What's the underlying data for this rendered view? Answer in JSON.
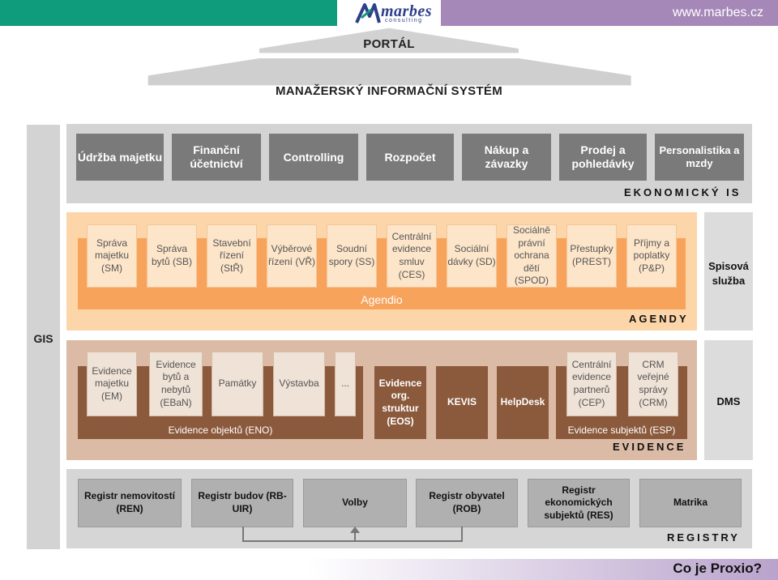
{
  "header": {
    "logo_text": "marbes",
    "logo_sub": "consulting",
    "website": "www.marbes.cz"
  },
  "roofs": {
    "portal": "PORTÁL",
    "mis": "MANAŽERSKÝ INFORMAČNÍ SYSTÉM"
  },
  "gis": "GIS",
  "economic": {
    "label": "EKONOMICKÝ IS",
    "modules": [
      "Údržba majetku",
      "Finanční účetnictví",
      "Controlling",
      "Rozpočet",
      "Nákup a závazky",
      "Prodej a pohledávky",
      "Personalistika a mzdy"
    ]
  },
  "agendy": {
    "label": "AGENDY",
    "bar_label": "Agendio",
    "items": [
      "Správa majetku (SM)",
      "Správa bytů (SB)",
      "Stavební řízení (StŘ)",
      "Výběrové řízení (VŘ)",
      "Soudní spory (SS)",
      "Centrální evidence smluv (CES)",
      "Sociální dávky (SD)",
      "Sociálně právní ochrana dětí (SPOD)",
      "Přestupky (PREST)",
      "Příjmy a poplatky (P&P)"
    ]
  },
  "side": {
    "spisova": "Spisová služba",
    "dms": "DMS"
  },
  "evidence": {
    "label": "EVIDENCE",
    "eno_label": "Evidence objektů (ENO)",
    "esp_label": "Evidence subjektů (ESP)",
    "eno_items": [
      "Evidence majetku (EM)",
      "Evidence bytů a nebytů (EBaN)",
      "Památky",
      "Výstavba",
      "..."
    ],
    "standalone": [
      "Evidence org. struktur (EOS)",
      "KEVIS",
      "HelpDesk"
    ],
    "esp_items": [
      "Centrální evidence partnerů (CEP)",
      "CRM veřejné správy (CRM)"
    ]
  },
  "registry": {
    "label": "REGISTRY",
    "items": [
      "Registr nemovitostí (REN)",
      "Registr budov (RB-UIR)",
      "Volby",
      "Registr obyvatel (ROB)",
      "Registr ekonomických subjektů (RES)",
      "Matrika"
    ]
  },
  "footer": "Co je Proxio?"
}
